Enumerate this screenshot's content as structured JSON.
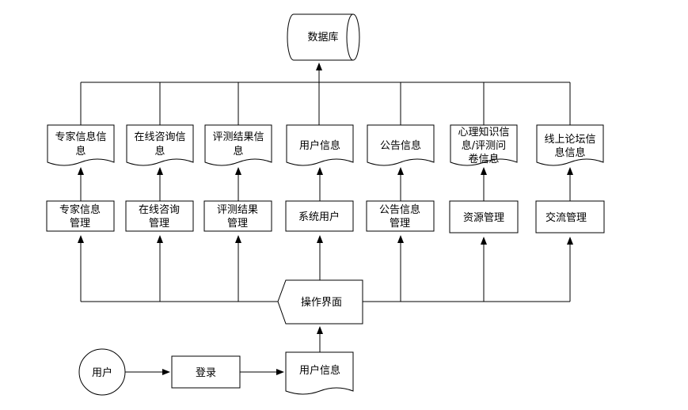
{
  "database": {
    "label": "数据库"
  },
  "documents": [
    {
      "id": "expert-info",
      "lines": [
        "专家信息信",
        "息"
      ]
    },
    {
      "id": "consult-info",
      "lines": [
        "在线咨询信",
        "息"
      ]
    },
    {
      "id": "result-info",
      "lines": [
        "评测结果信",
        "息"
      ]
    },
    {
      "id": "user-info",
      "lines": [
        "用户信息"
      ]
    },
    {
      "id": "notice-info",
      "lines": [
        "公告信息"
      ]
    },
    {
      "id": "knowledge-info",
      "lines": [
        "心理知识信",
        "息/评测问",
        "卷信息"
      ]
    },
    {
      "id": "forum-info",
      "lines": [
        "线上论坛信",
        "息信息"
      ]
    }
  ],
  "modules": [
    {
      "id": "expert-mgmt",
      "lines": [
        "专家信息",
        "管理"
      ]
    },
    {
      "id": "consult-mgmt",
      "lines": [
        "在线咨询",
        "管理"
      ]
    },
    {
      "id": "result-mgmt",
      "lines": [
        "评测结果",
        "管理"
      ]
    },
    {
      "id": "system-user",
      "lines": [
        "系统用户"
      ]
    },
    {
      "id": "notice-mgmt",
      "lines": [
        "公告信息",
        "管理"
      ]
    },
    {
      "id": "resource-mgmt",
      "lines": [
        "资源管理"
      ]
    },
    {
      "id": "exchange-mgmt",
      "lines": [
        "交流管理"
      ]
    }
  ],
  "ui": {
    "label": "操作界面"
  },
  "bottom": {
    "user": "用户",
    "login": "登录",
    "user_info": "用户信息"
  }
}
